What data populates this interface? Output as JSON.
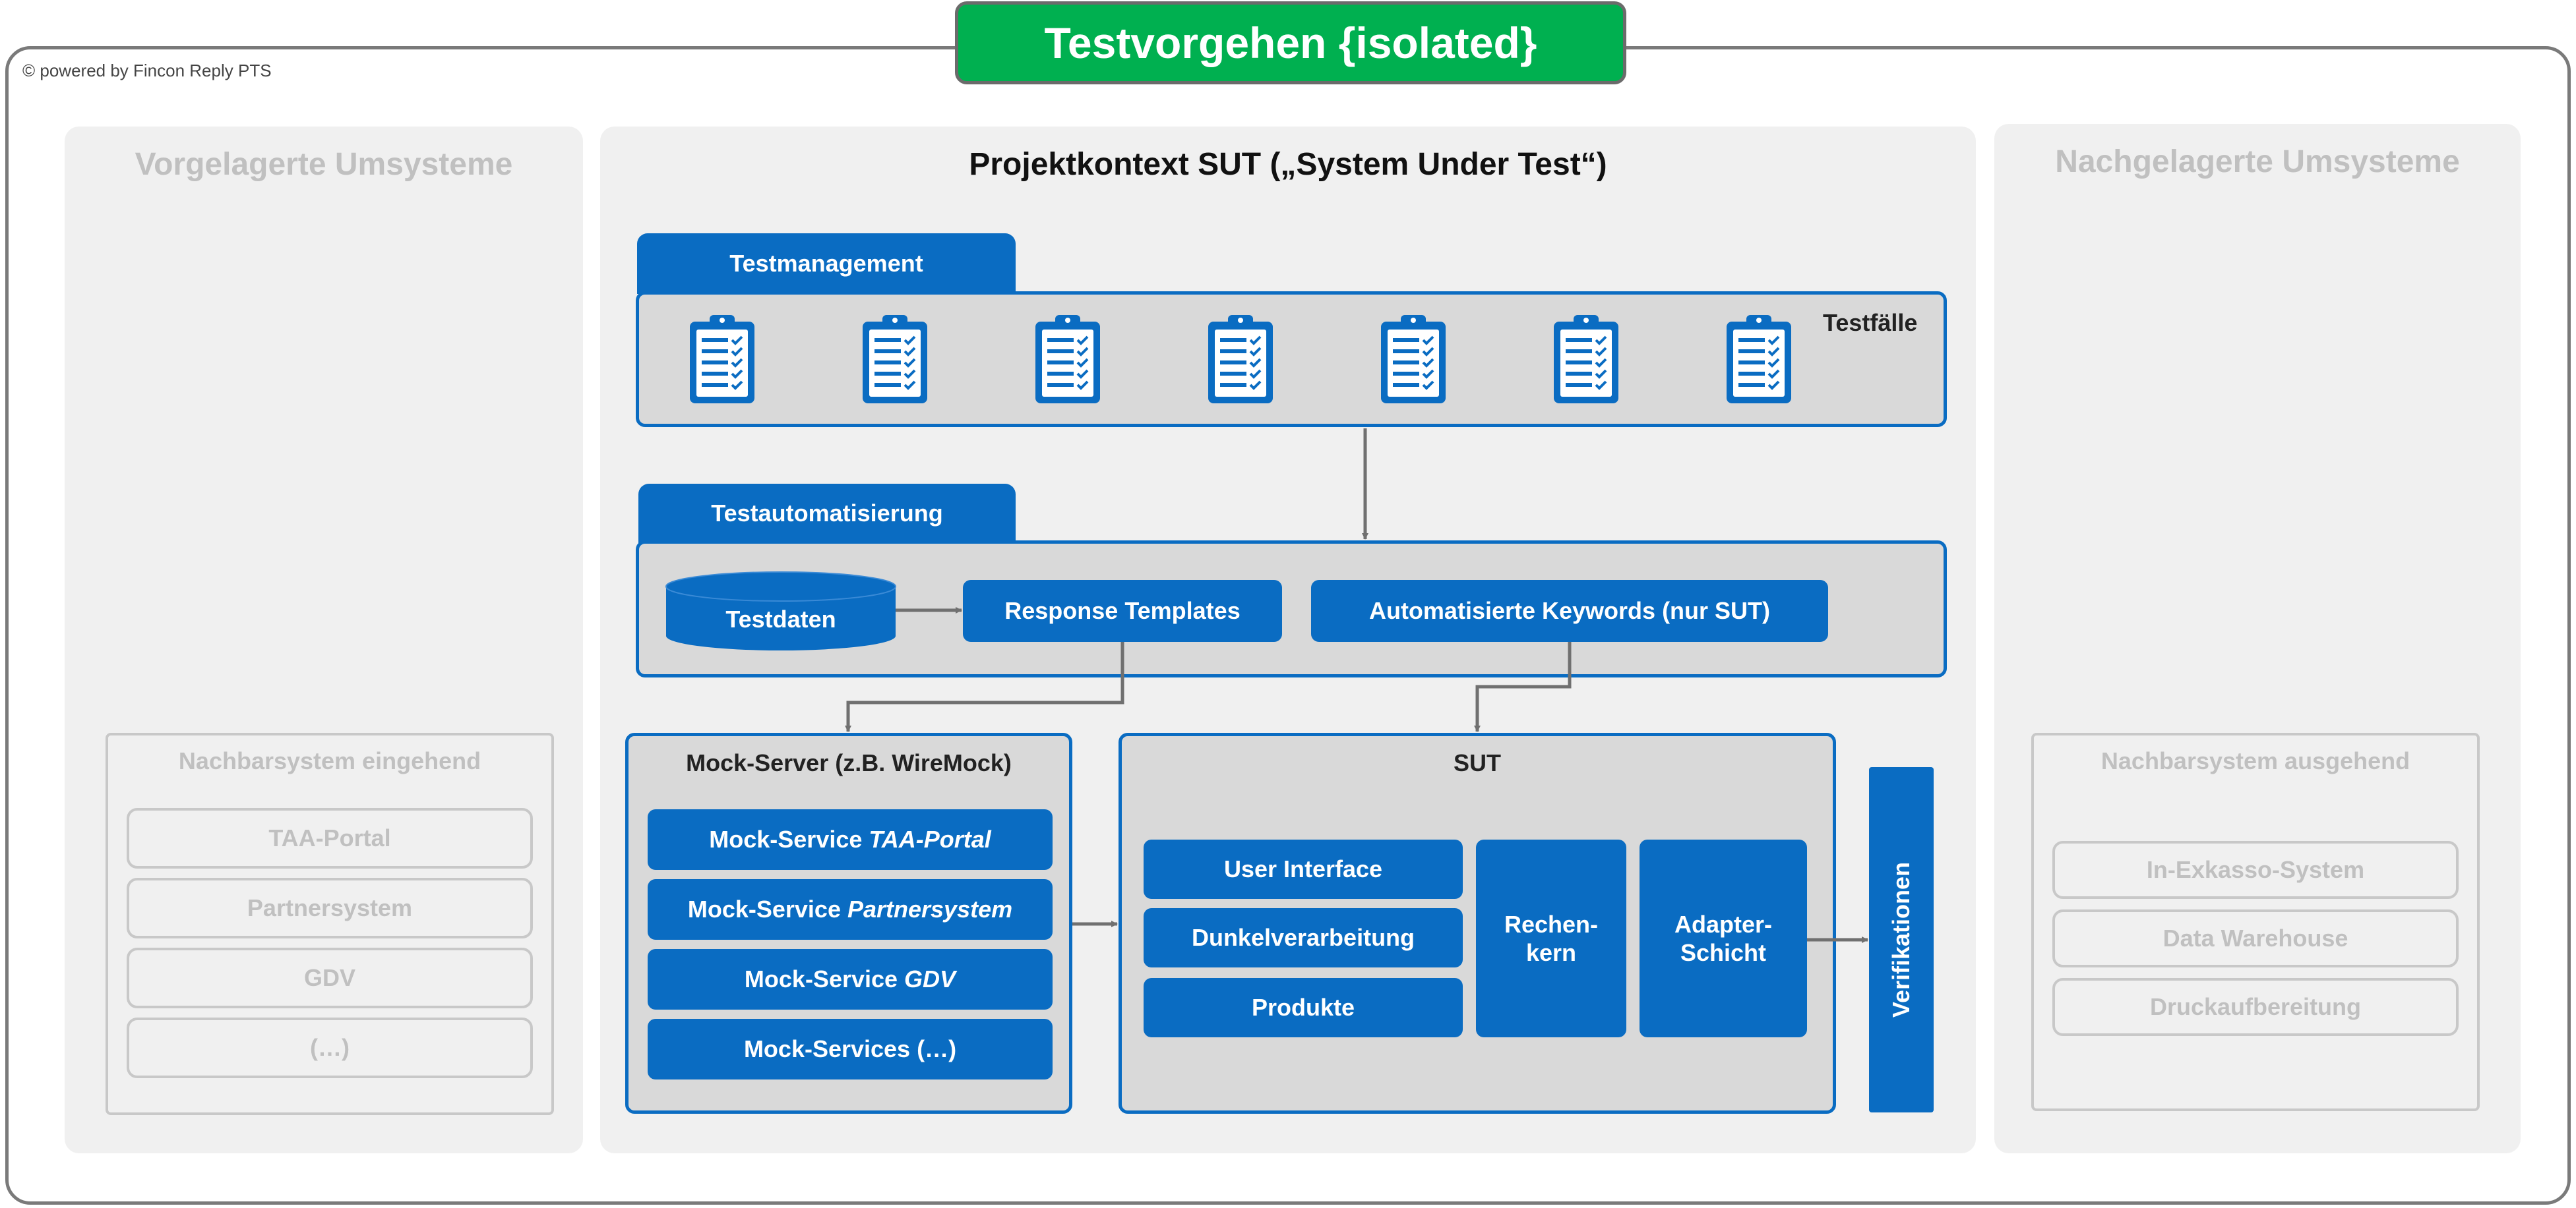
{
  "title": "Testvorgehen {isolated}",
  "powered_by": "© powered by Fincon Reply PTS",
  "left_panel": {
    "title": "Vorgelagerte Umsysteme",
    "box_title": "Nachbarsystem eingehend",
    "items": [
      "TAA-Portal",
      "Partnersystem",
      "GDV",
      "(…)"
    ]
  },
  "center_panel": {
    "title": "Projektkontext SUT („System Under Test“)",
    "testmanagement": {
      "tab": "Testmanagement",
      "label": "Testfälle",
      "clipboard_count": 7
    },
    "testautomatisierung": {
      "tab": "Testautomatisierung",
      "testdaten": "Testdaten",
      "response_templates": "Response Templates",
      "keywords": "Automatisierte Keywords (nur SUT)"
    },
    "mock_server": {
      "title": "Mock-Server (z.B. WireMock)",
      "services": [
        {
          "prefix": "Mock-Service ",
          "name": "TAA-Portal"
        },
        {
          "prefix": "Mock-Service ",
          "name": "Partnersystem"
        },
        {
          "prefix": "Mock-Service ",
          "name": "GDV"
        },
        {
          "prefix": "Mock-Services (…)",
          "name": ""
        }
      ]
    },
    "sut": {
      "title": "SUT",
      "user_interface": "User Interface",
      "dunkelverarbeitung": "Dunkelverarbeitung",
      "produkte": "Produkte",
      "rechenkern": "Rechen-\nkern",
      "adapter": "Adapter-\nSchicht"
    },
    "verifikationen": "Verifikationen"
  },
  "right_panel": {
    "title": "Nachgelagerte Umsysteme",
    "box_title": "Nachbarsystem ausgehend",
    "items": [
      "In-Exkasso-System",
      "Data Warehouse",
      "Druckaufbereitung"
    ]
  },
  "colors": {
    "accent_blue": "#0a6cc2",
    "title_green": "#00b050",
    "muted_gray": "#c0c0c0"
  },
  "icons": {
    "testcase": "clipboard-checklist-icon"
  }
}
